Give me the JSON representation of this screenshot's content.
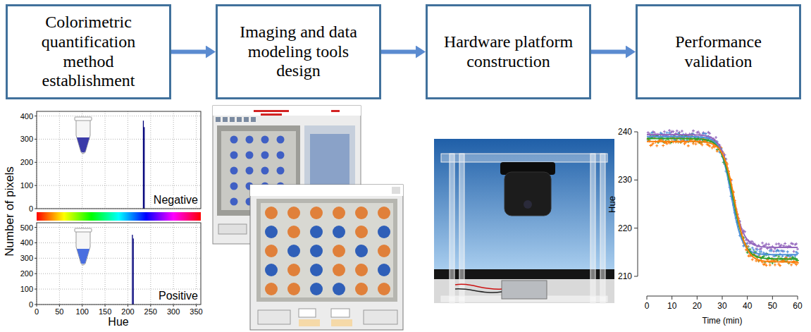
{
  "diagram": {
    "nodes": [
      {
        "text": [
          "Colorimetric quantification method establishment"
        ]
      },
      {
        "text": [
          "Imaging and data modeling tools design"
        ]
      },
      {
        "text": [
          "Hardware platform construction"
        ]
      },
      {
        "text": [
          "Performance validation"
        ]
      }
    ],
    "edges": [
      {
        "from": 0,
        "to": 1,
        "arrow": "to"
      },
      {
        "from": 1,
        "to": 2,
        "arrow": "to"
      },
      {
        "from": 2,
        "to": 3,
        "arrow": "to"
      }
    ],
    "labels": [
      "Number of pixels",
      "0",
      "100",
      "200",
      "300",
      "400",
      "Negative",
      "0",
      "100",
      "200",
      "300",
      "400",
      "500",
      "Positive",
      "0",
      "50",
      "100",
      "150",
      "200",
      "250",
      "300",
      "350",
      "Hue",
      "240",
      "230",
      "220",
      "210",
      "Hue",
      "0",
      "10",
      "20",
      "30",
      "40",
      "50",
      "60",
      "Time (min)"
    ]
  }
}
